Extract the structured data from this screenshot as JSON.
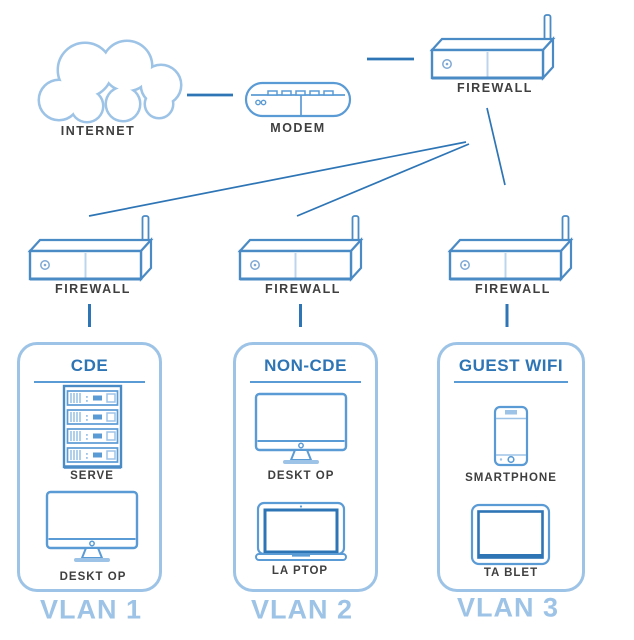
{
  "colors": {
    "accent_light": "#9dc3e6",
    "accent_medium": "#5b9bd5",
    "accent_dark": "#2e75b6",
    "label_text": "#3f3f3f"
  },
  "nodes": {
    "internet": {
      "label": "INTERNET",
      "icon": "cloud-icon"
    },
    "modem": {
      "label": "MODEM",
      "icon": "modem-icon"
    },
    "firewalls": [
      {
        "id": "firewall-top",
        "label": "FIREWALL"
      },
      {
        "id": "firewall-vlan1",
        "label": "FIREWALL"
      },
      {
        "id": "firewall-vlan2",
        "label": "FIREWALL"
      },
      {
        "id": "firewall-vlan3",
        "label": "FIREWALL"
      }
    ]
  },
  "vlans": [
    {
      "name": "VLAN 1",
      "zone": "CDE",
      "devices": [
        {
          "label": "SERVE",
          "icon": "server-icon"
        },
        {
          "label": "DESKT OP",
          "icon": "desktop-icon"
        }
      ]
    },
    {
      "name": "VLAN 2",
      "zone": "NON-CDE",
      "devices": [
        {
          "label": "DESKT OP",
          "icon": "desktop-icon"
        },
        {
          "label": "LA PTOP",
          "icon": "laptop-icon"
        }
      ]
    },
    {
      "name": "VLAN 3",
      "zone": "GUEST WIFI",
      "devices": [
        {
          "label": "SMARTPHONE",
          "icon": "smartphone-icon"
        },
        {
          "label": "TA BLET",
          "icon": "tablet-icon"
        }
      ]
    }
  ],
  "connections": [
    {
      "from": "internet",
      "to": "modem"
    },
    {
      "from": "modem",
      "to": "firewall-top"
    },
    {
      "from": "firewall-top",
      "to": "firewall-vlan1"
    },
    {
      "from": "firewall-top",
      "to": "firewall-vlan2"
    },
    {
      "from": "firewall-top",
      "to": "firewall-vlan3"
    },
    {
      "from": "firewall-vlan1",
      "to": "vlan1-cde"
    },
    {
      "from": "firewall-vlan2",
      "to": "vlan2-non-cde"
    },
    {
      "from": "firewall-vlan3",
      "to": "vlan3-guest-wifi"
    }
  ]
}
